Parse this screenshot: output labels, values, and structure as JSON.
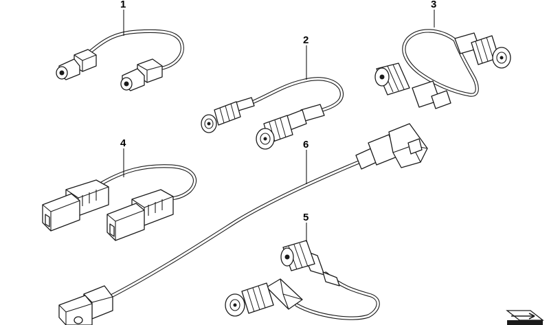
{
  "callouts": {
    "c1": "1",
    "c2": "2",
    "c3": "3",
    "c4": "4",
    "c5": "5",
    "c6": "6"
  },
  "colors": {
    "background": "#ffffff",
    "ink": "#1a1a1a"
  },
  "icons": {
    "corner_badge": "navigation-arrow-icon"
  }
}
